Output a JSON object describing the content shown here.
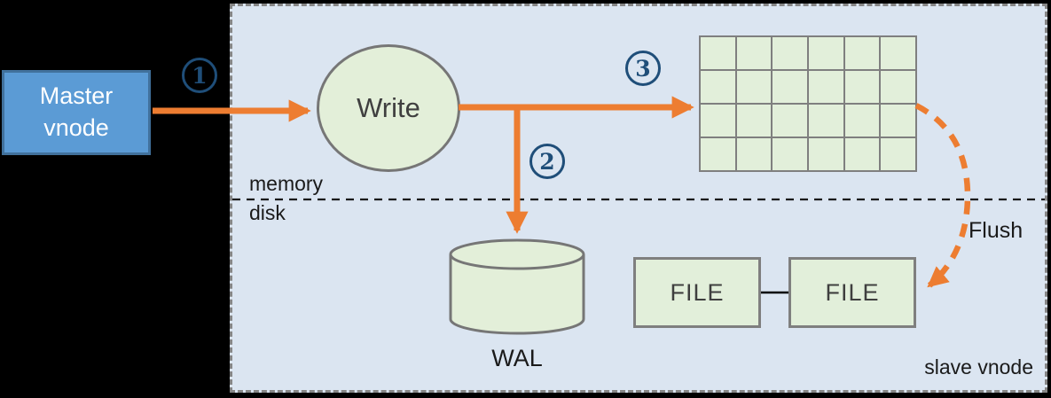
{
  "diagram": {
    "master_node": {
      "line1": "Master",
      "line2": "vnode"
    },
    "steps": [
      {
        "number": "1"
      },
      {
        "number": "2"
      },
      {
        "number": "3"
      }
    ],
    "write_node": {
      "label": "Write"
    },
    "divider": {
      "above_label": "memory",
      "below_label": "disk"
    },
    "memtable": {
      "rows": 4,
      "cols": 6
    },
    "wal": {
      "label": "WAL"
    },
    "files": [
      {
        "label": "FILE"
      },
      {
        "label": "FILE"
      }
    ],
    "flush": {
      "label": "Flush"
    },
    "container": {
      "label": "slave vnode"
    },
    "colors": {
      "background": "#000000",
      "panel_bg": "#DBE5F1",
      "panel_border": "#868686",
      "master_fill": "#5B9BD5",
      "master_border": "#41719C",
      "node_green": "#E2EFDA",
      "node_border_gray": "#7F7F7F",
      "arrow_orange": "#ED7D31",
      "step_circle_blue": "#1F4E79"
    }
  }
}
